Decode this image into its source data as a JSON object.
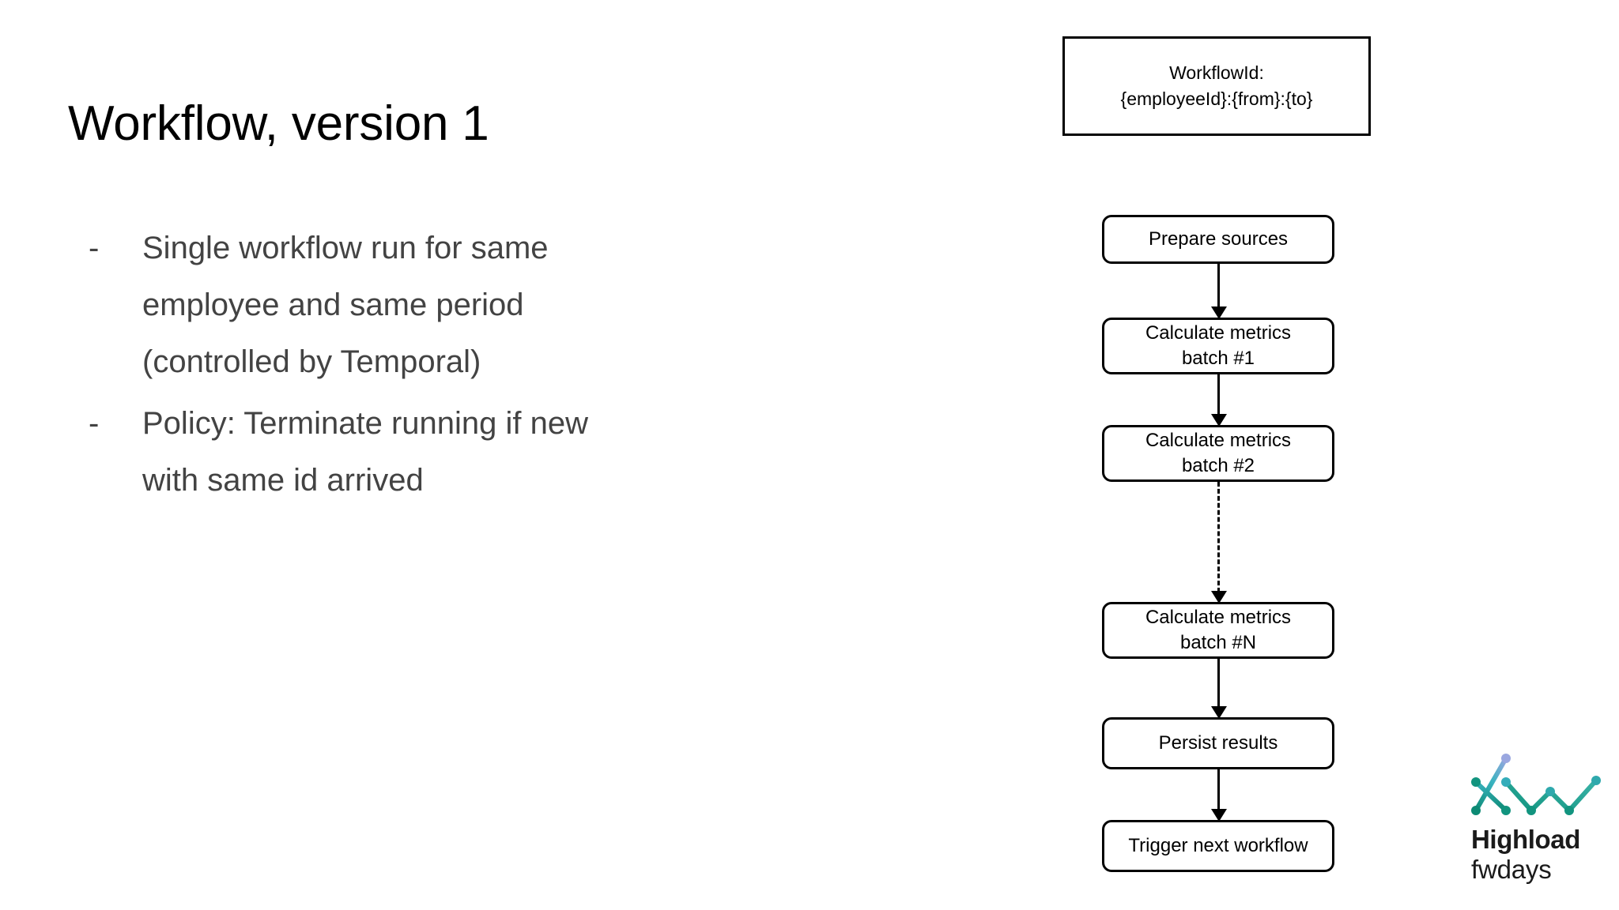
{
  "slide": {
    "title": "Workflow, version 1",
    "background_color": "#ffffff",
    "title_color": "#000000",
    "body_color": "#434343"
  },
  "bullets": {
    "marker": "-",
    "items": [
      "Single workflow run for same employee and same period (controlled by Temporal)",
      "Policy: Terminate running if new with same id arrived"
    ]
  },
  "diagram": {
    "workflow_id_box": {
      "line1": "WorkflowId:",
      "line2": "{employeeId}:{from}:{to}"
    },
    "nodes": [
      {
        "line1": "Prepare sources",
        "line2": ""
      },
      {
        "line1": "Calculate metrics",
        "line2": "batch #1"
      },
      {
        "line1": "Calculate metrics",
        "line2": "batch #2"
      },
      {
        "line1": "Calculate metrics",
        "line2": "batch #N"
      },
      {
        "line1": "Persist results",
        "line2": ""
      },
      {
        "line1": "Trigger next workflow",
        "line2": ""
      }
    ],
    "connectors": [
      {
        "style": "solid"
      },
      {
        "style": "solid"
      },
      {
        "style": "dashed"
      },
      {
        "style": "solid"
      },
      {
        "style": "solid"
      }
    ],
    "stroke_color": "#000000"
  },
  "logo": {
    "name_bold": "Highload",
    "name_regular": "fwdays",
    "colors": {
      "light": "#9aa7e0",
      "cyan": "#39b3c0",
      "teal": "#3ab3a8",
      "green": "#12947f",
      "dark_green": "#0d8a74"
    }
  }
}
